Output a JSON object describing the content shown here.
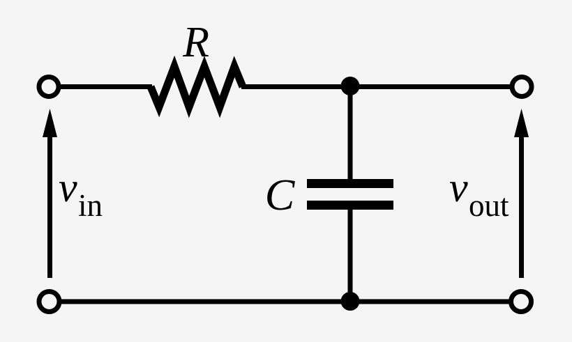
{
  "figure": {
    "type": "circuit-diagram",
    "background_color": "#f5f5f5",
    "stroke_color": "#000000",
    "labels": {
      "resistor": "R",
      "capacitor": "C",
      "input_voltage": {
        "symbol": "v",
        "subscript": "in"
      },
      "output_voltage": {
        "symbol": "v",
        "subscript": "out"
      }
    },
    "components": [
      {
        "name": "resistor-symbol",
        "label": "R",
        "position": "top wire between input terminal and top junction"
      },
      {
        "name": "capacitor-symbol",
        "label": "C",
        "position": "center branch between top and bottom junctions"
      },
      {
        "name": "input-voltage-arrow",
        "label": "v_in",
        "direction": "up",
        "position": "left side"
      },
      {
        "name": "output-voltage-arrow",
        "label": "v_out",
        "direction": "up",
        "position": "right side"
      }
    ]
  }
}
